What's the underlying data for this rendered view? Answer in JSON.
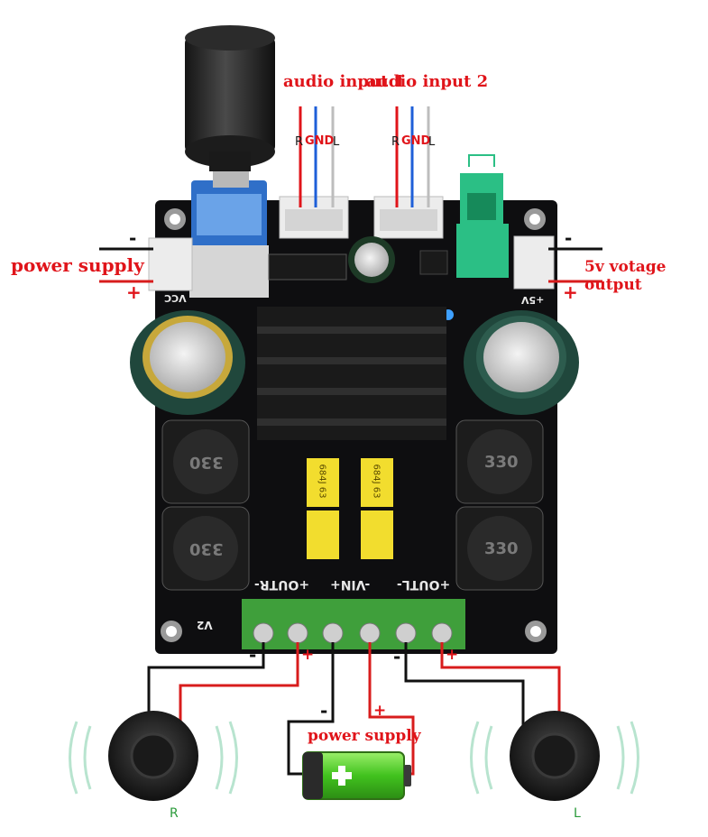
{
  "callouts": {
    "audio_input_1": "audio input 1",
    "audio_input_2": "audio input 2",
    "power_supply_left": "power supply",
    "voltage_output": "5v votage output",
    "power_supply_bottom": "power supply"
  },
  "input_pins": {
    "r": "R",
    "gnd": "GND",
    "l": "L"
  },
  "terminal_labels": {
    "out_r": "+OUTR-",
    "vin": "-VIN+",
    "out_l": "+OUTL-"
  },
  "board_silkscreen": {
    "inductor": "330",
    "capacitor_marking": "684J 63",
    "vcc": "VCC",
    "plus_5v": "+5V",
    "version": "V2"
  },
  "speakers": {
    "right": "R",
    "left": "L"
  },
  "signs": {
    "plus": "+",
    "minus": "-"
  },
  "colors": {
    "callout_red": "#e0141a",
    "pcb": "#0e0e10",
    "terminal_green": "#3f9f3b",
    "wire_red": "#d81c1c",
    "wire_blue": "#1e5fd8",
    "battery_green": "#5ad62f"
  }
}
